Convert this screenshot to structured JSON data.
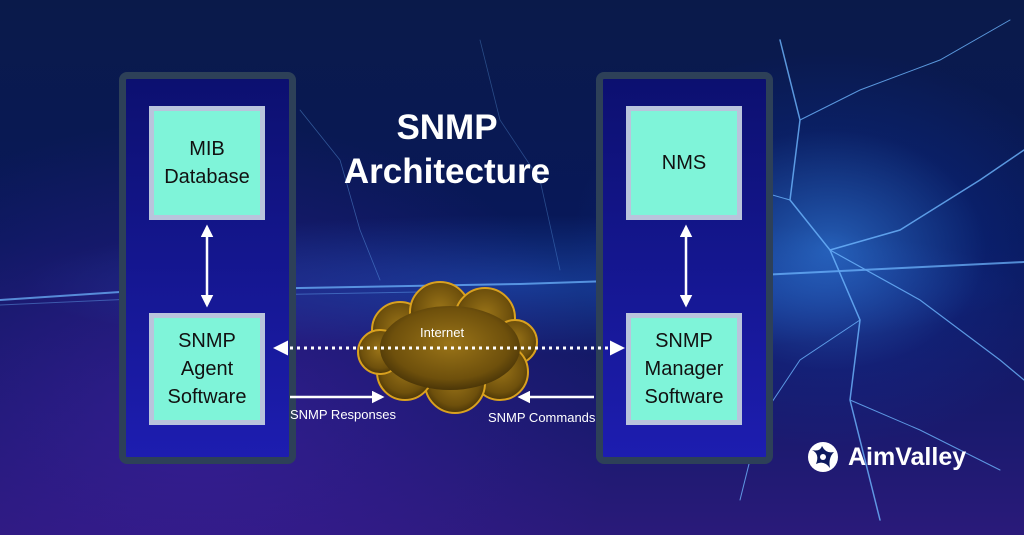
{
  "title": "SNMP\nArchitecture",
  "left": {
    "top_box": "MIB\nDatabase",
    "bottom_box": "SNMP\nAgent\nSoftware"
  },
  "right": {
    "top_box": "NMS",
    "bottom_box": "SNMP\nManager\nSoftware"
  },
  "cloud_label": "Internet",
  "responses_label": "SNMP Responses",
  "commands_label": "SNMP Commands",
  "brand": {
    "name": "AimValley",
    "logo": "globe-logo-icon"
  },
  "colors": {
    "box_fill": "#7ff4d9",
    "box_border": "#b9c4dc",
    "column_border": "#2d4058",
    "cloud": "#7a5a10"
  }
}
